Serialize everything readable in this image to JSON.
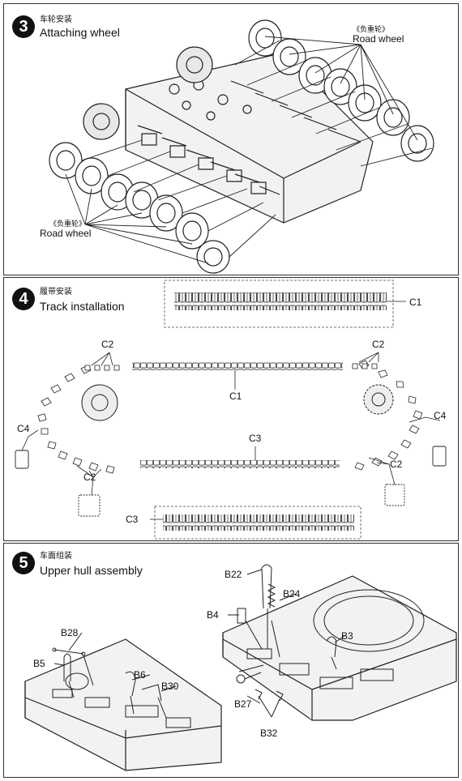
{
  "steps": [
    {
      "number": "3",
      "title_cn": "车轮安装",
      "title_en": "Attaching wheel",
      "labels": {
        "top_cn": "《负重轮》",
        "top_en": "Road wheel",
        "left_cn": "《负重轮》",
        "left_en": "Road wheel"
      }
    },
    {
      "number": "4",
      "title_cn": "履带安装",
      "title_en": "Track installation",
      "labels": {
        "c1_top": "C1",
        "c1_mid": "C1",
        "c2_tl": "C2",
        "c2_tr": "C2",
        "c2_bl": "C2",
        "c2_br": "C2",
        "c3_mid": "C3",
        "c3_bottom": "C3",
        "c4_left": "C4",
        "c4_right": "C4"
      }
    },
    {
      "number": "5",
      "title_cn": "车面组装",
      "title_en": "Upper hull assembly",
      "labels": {
        "b22": "B22",
        "b24": "B24",
        "b4": "B4",
        "b3": "B3",
        "b28": "B28",
        "b5": "B5",
        "b6": "B6",
        "b30": "B30",
        "b27": "B27",
        "b32": "B32"
      }
    }
  ],
  "colors": {
    "ink": "#111111",
    "panel_border": "#333333",
    "background": "#ffffff"
  }
}
